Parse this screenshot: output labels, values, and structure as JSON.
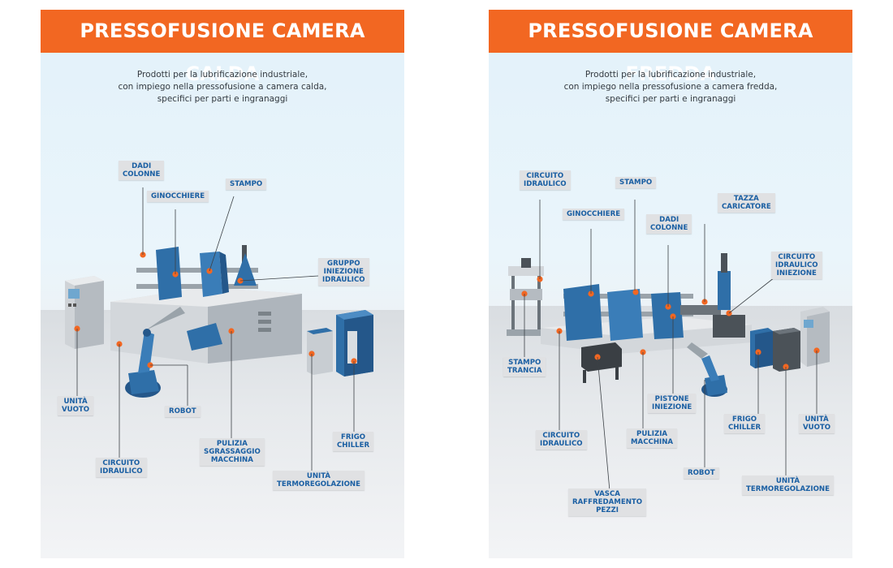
{
  "left": {
    "title": "PRESSOFUSIONE CAMERA CALDA",
    "subtitle_lines": [
      "Prodotti per la lubrificazione industriale,",
      "con impiego nella pressofusione a camera calda,",
      "specifici per parti e ingranaggi"
    ],
    "labels": {
      "dadi_colonne": "DADI\nCOLONNE",
      "ginocchiere": "GINOCCHIERE",
      "stampo": "STAMPO",
      "gruppo_iniezione": "GRUPPO\nINIEZIONE\nIDRAULICO",
      "unita_vuoto": "UNITÀ\nVUOTO",
      "robot": "ROBOT",
      "circuito_idraulico": "CIRCUITO\nIDRAULICO",
      "pulizia": "PULIZIA\nSGRASSAGGIO\nMACCHINA",
      "frigo_chiller": "FRIGO\nCHILLER",
      "unita_termoregolazione": "UNITÀ\nTERMOREGOLAZIONE"
    }
  },
  "right": {
    "title": "PRESSOFUSIONE CAMERA FREDDA",
    "subtitle_lines": [
      "Prodotti per la lubrificazione industriale,",
      "con impiego nella pressofusione a camera fredda,",
      "specifici per parti e ingranaggi"
    ],
    "labels": {
      "circuito_idraulico_top": "CIRCUITO\nIDRAULICO",
      "stampo": "STAMPO",
      "ginocchiere": "GINOCCHIERE",
      "dadi_colonne": "DADI\nCOLONNE",
      "tazza_caricatore": "TAZZA\nCARICATORE",
      "circuito_idraulico_iniezione": "CIRCUITO\nIDRAULICO\nINIEZIONE",
      "stampo_trancia": "STAMPO\nTRANCIA",
      "pistone_iniezione": "PISTONE\nINIEZIONE",
      "frigo_chiller": "FRIGO\nCHILLER",
      "unita_vuoto": "UNITÀ\nVUOTO",
      "circuito_idraulico_bottom": "CIRCUITO\nIDRAULICO",
      "pulizia_macchina": "PULIZIA\nMACCHINA",
      "robot": "ROBOT",
      "unita_termoregolazione": "UNITÀ\nTERMOREGOLAZIONE",
      "vasca_raffreddamento": "VASCA\nRAFFREDAMENTO\nPEZZI"
    }
  },
  "colors": {
    "banner": "#f26722",
    "machine_blue": "#2f6fa8",
    "label_text": "#1a5fa3",
    "marker": "#f26722"
  }
}
